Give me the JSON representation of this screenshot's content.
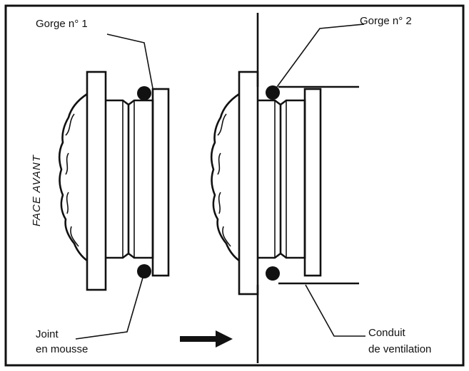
{
  "labels": {
    "gorge1": "Gorge n° 1",
    "gorge2": "Gorge n° 2",
    "face_avant": "FACE AVANT",
    "joint_line1": "Joint",
    "joint_line2": "en mousse",
    "conduit_line1": "Conduit",
    "conduit_line2": "de ventilation"
  },
  "icons": {
    "arrow": "right-arrow-icon",
    "seal": "foam-seal-icon"
  },
  "colors": {
    "ink": "#111111",
    "paper": "#ffffff"
  }
}
